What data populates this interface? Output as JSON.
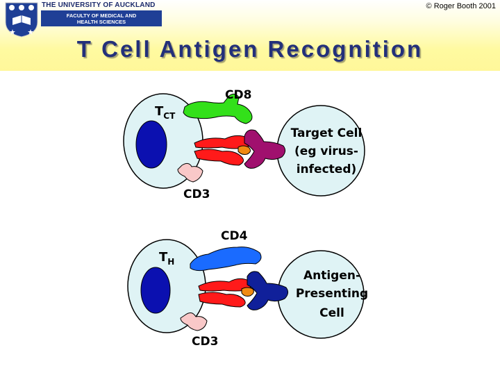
{
  "header": {
    "university": "THE UNIVERSITY OF AUCKLAND",
    "faculty_line1": "FACULTY OF MEDICAL AND",
    "faculty_line2": "HEALTH SCIENCES",
    "copyright": "© Roger Booth 2001"
  },
  "title": "T Cell Antigen Recognition",
  "top_panel": {
    "t_cell_main": "T",
    "t_cell_sub": "CT",
    "coreceptor": "CD8",
    "cd3": "CD3",
    "target_line1": "Target Cell",
    "target_line2": "(eg virus-",
    "target_line3": "infected)"
  },
  "bottom_panel": {
    "t_cell_main": "T",
    "t_cell_sub": "H",
    "coreceptor": "CD4",
    "cd3": "CD3",
    "target_line1": "Antigen-",
    "target_line2": "Presenting",
    "target_line3": "Cell"
  },
  "colors": {
    "title": "#23307a",
    "cell_fill": "#dff3f5",
    "nucleus": "#0b10b0",
    "tcr": "#ff1a1a",
    "cd8": "#33e01a",
    "cd4": "#1a6bff",
    "mhc1": "#a0106e",
    "mhc2": "#10209a",
    "antigen": "#f08a12",
    "cd3": "#f9c8c8"
  }
}
